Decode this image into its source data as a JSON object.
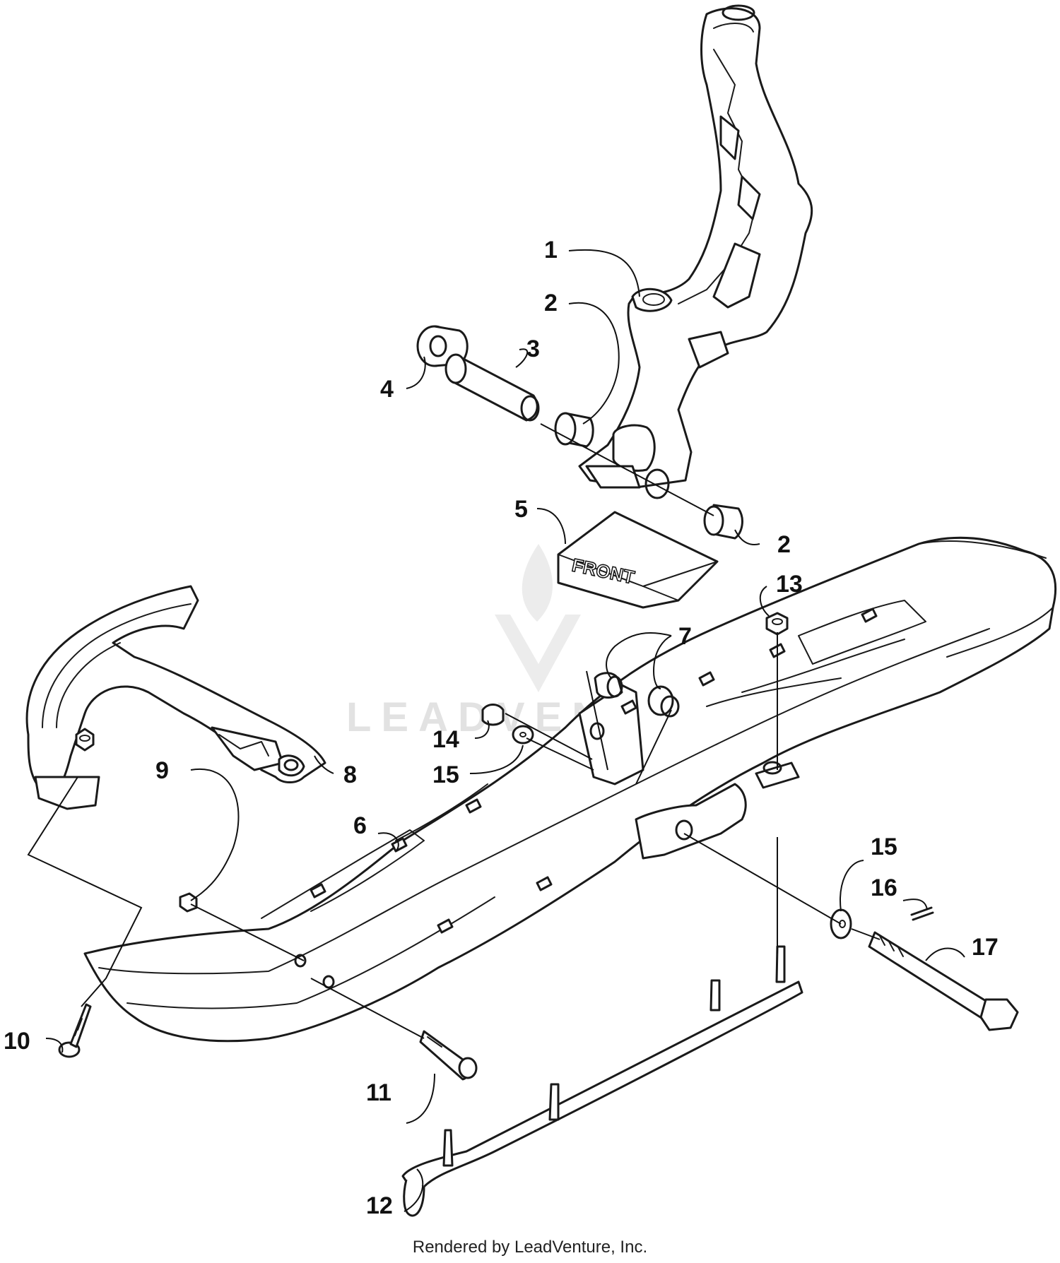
{
  "diagram": {
    "callouts": [
      {
        "id": "callout-1",
        "label": "1"
      },
      {
        "id": "callout-2-upper",
        "label": "2"
      },
      {
        "id": "callout-3",
        "label": "3"
      },
      {
        "id": "callout-4",
        "label": "4"
      },
      {
        "id": "callout-2-lower",
        "label": "2"
      },
      {
        "id": "callout-5",
        "label": "5"
      },
      {
        "id": "callout-13",
        "label": "13"
      },
      {
        "id": "callout-7",
        "label": "7"
      },
      {
        "id": "callout-14",
        "label": "14"
      },
      {
        "id": "callout-15-left",
        "label": "15"
      },
      {
        "id": "callout-9",
        "label": "9"
      },
      {
        "id": "callout-8",
        "label": "8"
      },
      {
        "id": "callout-6",
        "label": "6"
      },
      {
        "id": "callout-15-right",
        "label": "15"
      },
      {
        "id": "callout-16",
        "label": "16"
      },
      {
        "id": "callout-17",
        "label": "17"
      },
      {
        "id": "callout-10",
        "label": "10"
      },
      {
        "id": "callout-11",
        "label": "11"
      },
      {
        "id": "callout-12",
        "label": "12"
      }
    ],
    "front_label": "FRONT",
    "watermark": "LEADVENTURE",
    "footer": "Rendered by LeadVenture, Inc."
  },
  "colors": {
    "line": "#1a1a1a",
    "background": "#ffffff",
    "watermark": "#dcdcdc"
  }
}
